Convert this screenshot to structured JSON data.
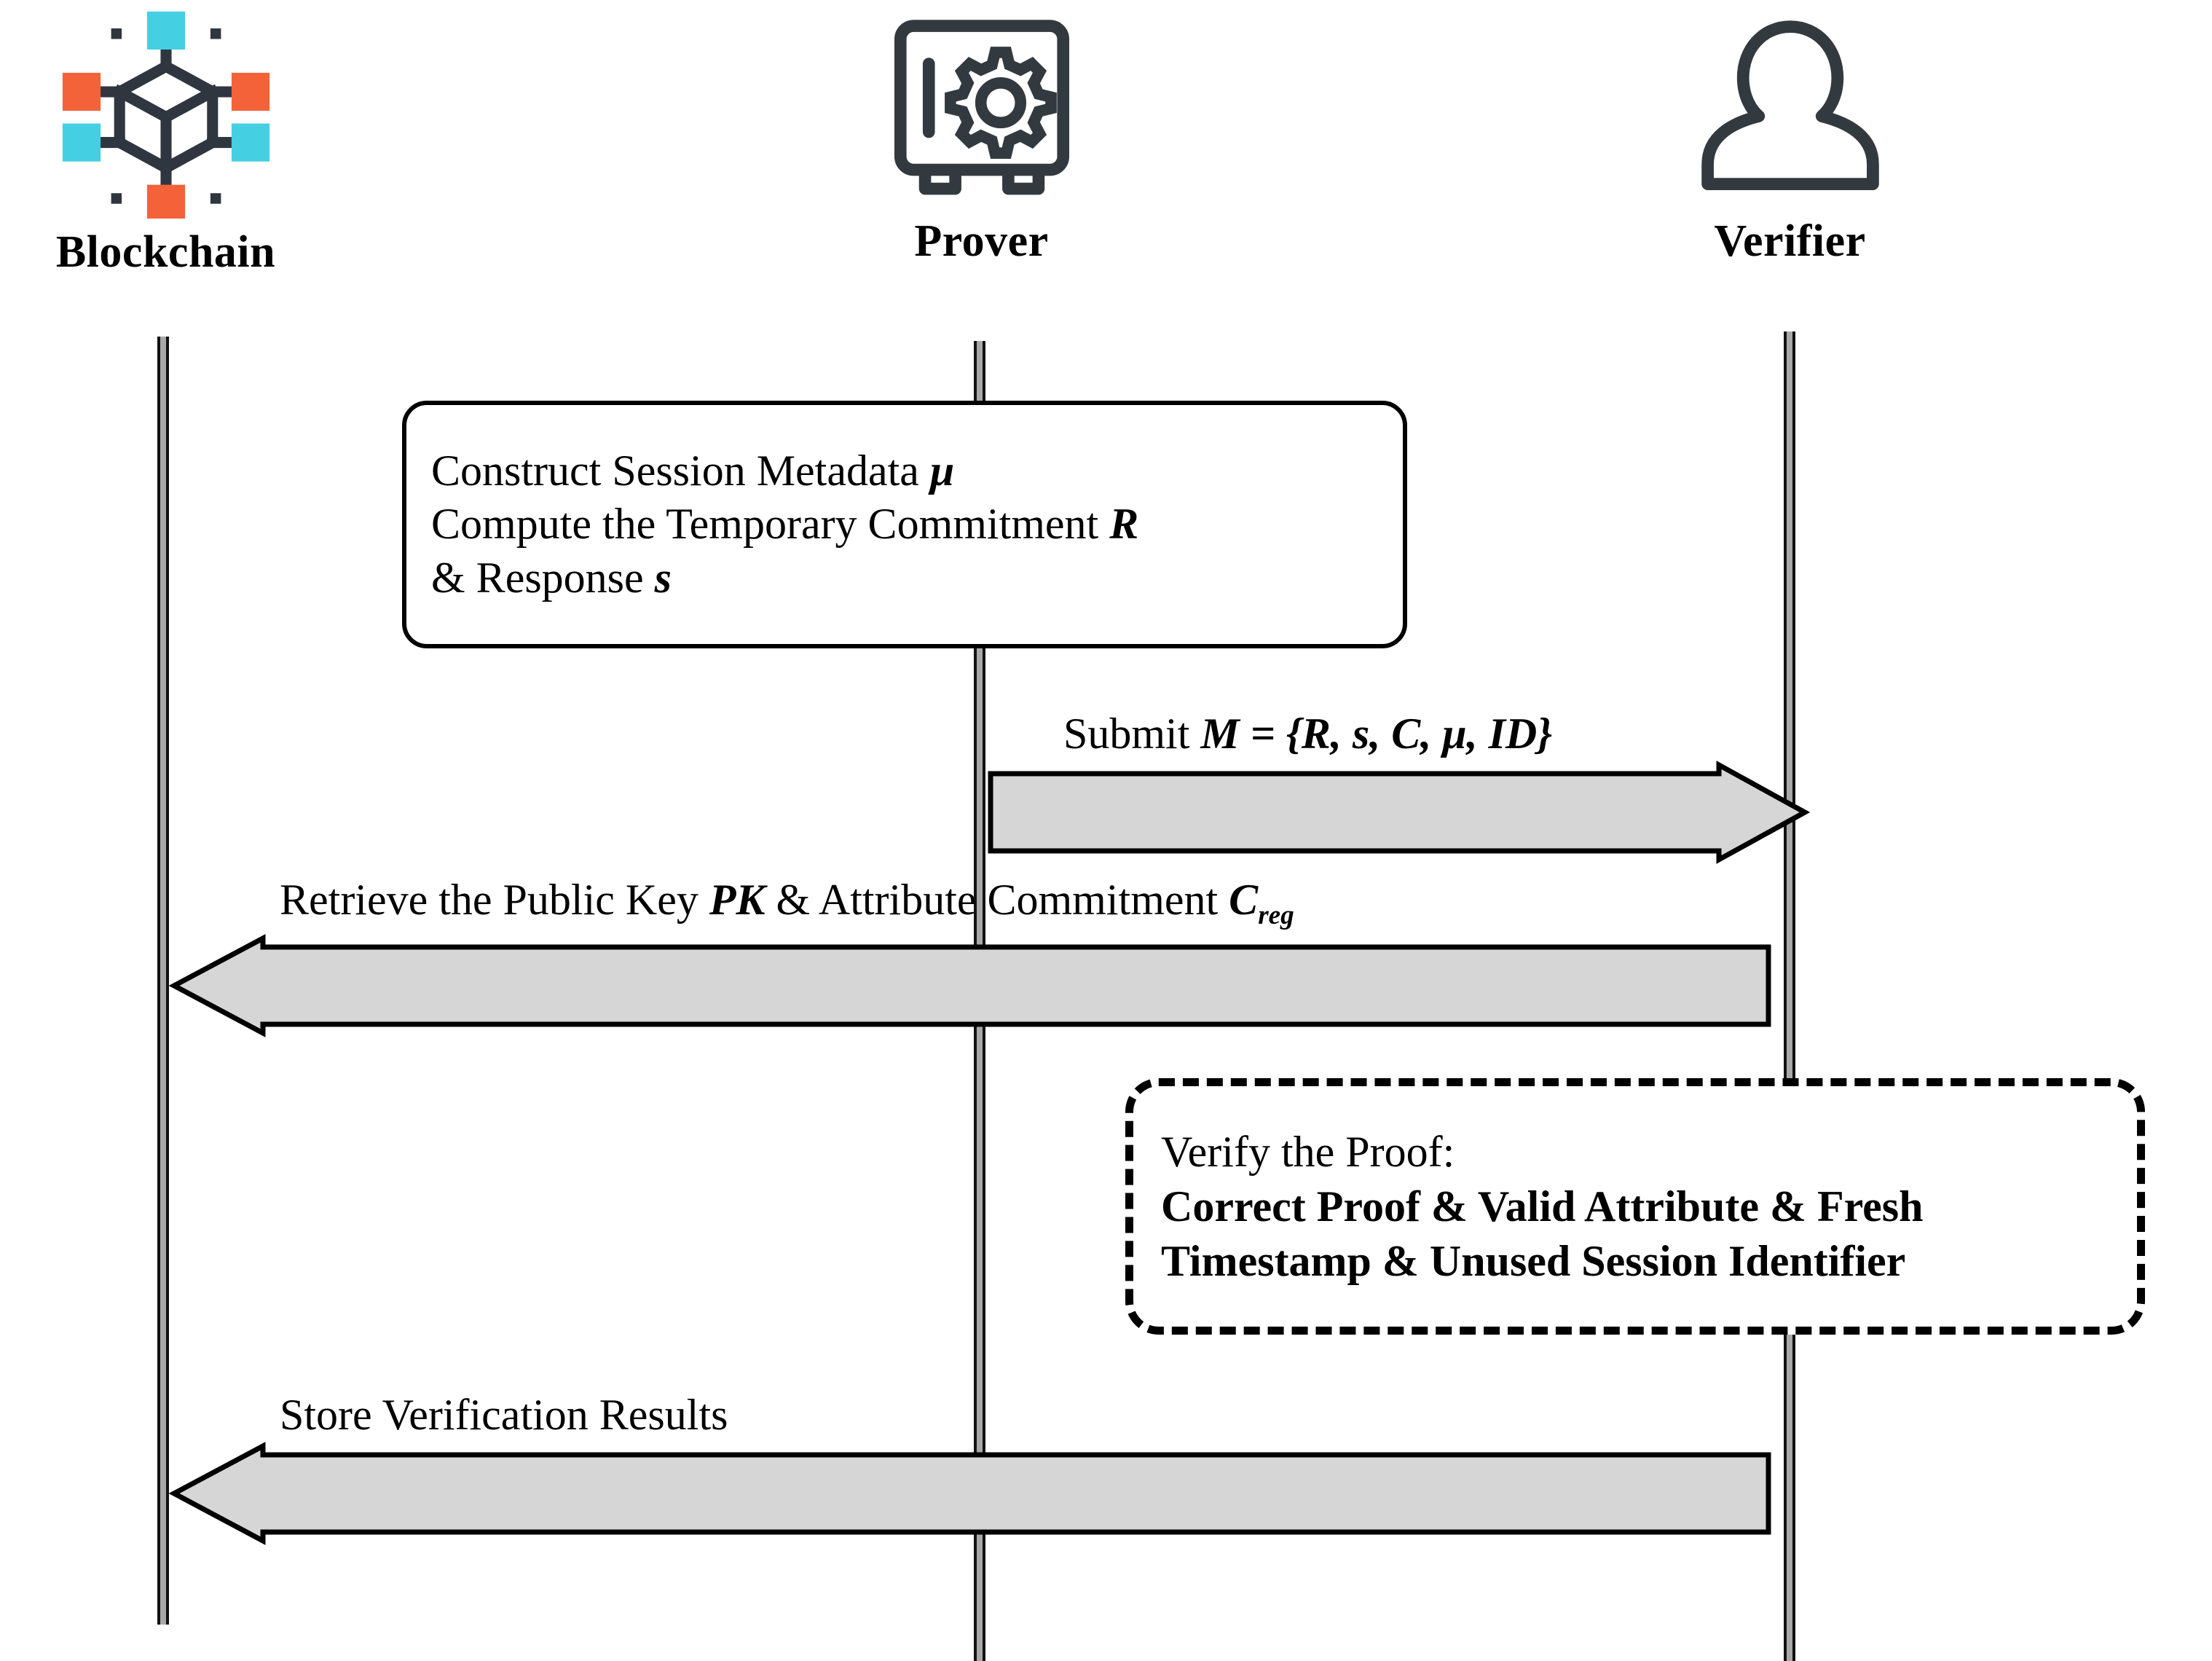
{
  "diagram": {
    "type": "sequence-diagram",
    "title": "Zero-Knowledge Proof Verification Sequence",
    "colors": {
      "line": "#111111",
      "arrow_fill": "#d6d6d6",
      "icon_dark": "#2f3640",
      "icon_orange": "#f4623a",
      "icon_cyan": "#45cfe3"
    }
  },
  "participants": [
    {
      "id": "blockchain",
      "label": "Blockchain",
      "icon": "blockchain-network-icon"
    },
    {
      "id": "prover",
      "label": "Prover",
      "icon": "safe-vault-gear-icon"
    },
    {
      "id": "verifier",
      "label": "Verifier",
      "icon": "person-silhouette-icon"
    }
  ],
  "notes": [
    {
      "id": "prover-compute-note",
      "style": "solid",
      "owner": "prover",
      "lines": [
        {
          "text": "Construct Session Metadata ",
          "symbol": "μ"
        },
        {
          "text": "Compute the Temporary Commitment ",
          "symbol": "R"
        },
        {
          "text": "& Response ",
          "symbol": "s"
        }
      ]
    },
    {
      "id": "verifier-verify-note",
      "style": "dashed",
      "owner": "verifier",
      "lines": [
        {
          "text": "Verify the Proof:",
          "bold": false
        },
        {
          "text": "Correct Proof & Valid Attribute & Fresh",
          "bold": true
        },
        {
          "text": "Timestamp & Unused Session Identifier",
          "bold": true
        }
      ]
    }
  ],
  "messages": [
    {
      "id": "submit-message",
      "caption_plain": "Submit M = {R, s, C, μ, ID}",
      "caption_prefix": "Submit ",
      "caption_symbol": "M = {R, s, C, μ, ID}",
      "from": "prover",
      "to": "verifier",
      "direction": "right"
    },
    {
      "id": "retrieve-message",
      "caption_plain": "Retrieve the Public Key  PK & Attribute Commitment Creg",
      "caption_part1": "Retrieve the Public Key  ",
      "caption_sym1": "PK",
      "caption_part2": " & Attribute Commitment ",
      "caption_sym2": "C",
      "caption_sub2": "reg",
      "from": "verifier",
      "to": "blockchain",
      "direction": "left"
    },
    {
      "id": "store-results-message",
      "caption_plain": "Store Verification Results",
      "caption_part1": "Store Verification Results",
      "from": "verifier",
      "to": "blockchain",
      "direction": "left"
    }
  ]
}
